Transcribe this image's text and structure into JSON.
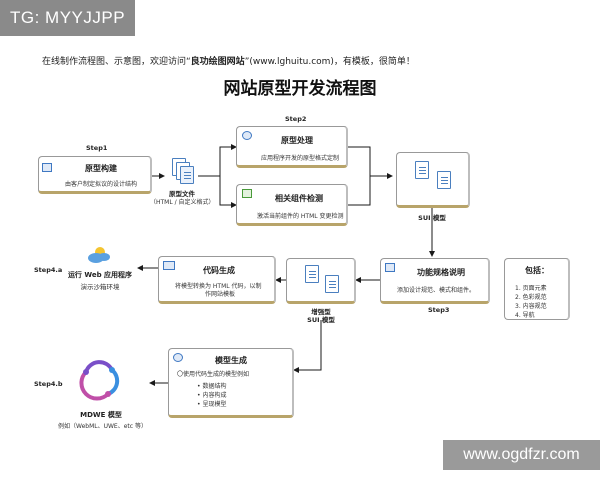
{
  "watermarks": {
    "top_left": "TG: MYYJJPP",
    "bottom_right": "www.ogdfzr.com"
  },
  "intro": {
    "prefix": "在线制作流程图、示意图，欢迎访问“",
    "site_name": "良功绘图网站",
    "suffix": "”(www.lghuitu.com)，有模板，很简单！"
  },
  "title": "网站原型开发流程图",
  "steps": {
    "step1": "Step1",
    "step2": "Step2",
    "step3": "Step3",
    "step4a": "Step4.a",
    "step4b": "Step4.b"
  },
  "nodes": {
    "prototype_build": {
      "title": "原型构建",
      "desc": "由客户制定拟议的设计结构"
    },
    "prototype_file": {
      "title": "原型文件",
      "desc": "（HTML / 自定义格式）"
    },
    "prototype_process": {
      "title": "原型处理",
      "desc": "应用程序开发的原型格式定制"
    },
    "component_check": {
      "title": "相关组件检测",
      "desc": "激活当前组件的 HTML 变更检测"
    },
    "sui_model": {
      "title": "SUI 模型"
    },
    "function_spec": {
      "title": "功能规格说明",
      "desc": "添加设计规范、模式和组件。"
    },
    "enhanced_sui": {
      "title_line1": "增强型",
      "title_line2": "SUI 模型"
    },
    "code_gen": {
      "title": "代码生成",
      "desc_line1": "将模型转换为 HTML 代码，以制",
      "desc_line2": "作网站模板"
    },
    "run_web_app": {
      "title": "运行 Web 应用程序",
      "desc": "演示沙箱环境"
    },
    "model_gen": {
      "title": "模型生成",
      "desc": "〇使用代码生成的模型例如",
      "bullets": [
        "数据结构",
        "内容构成",
        "呈现模型"
      ]
    },
    "mdwe_model": {
      "title": "MDWE 模型",
      "desc": "例如（WebML、UWE、etc 等）"
    }
  },
  "includes": {
    "title": "包括：",
    "items": [
      "1. 页面元素",
      "2. 色彩规范",
      "3. 内容规范",
      "4. 导航"
    ]
  },
  "colors": {
    "arrow": "#1a1a1a",
    "accent": "#4a7fbf",
    "box_shadow": "#b8a46a"
  }
}
